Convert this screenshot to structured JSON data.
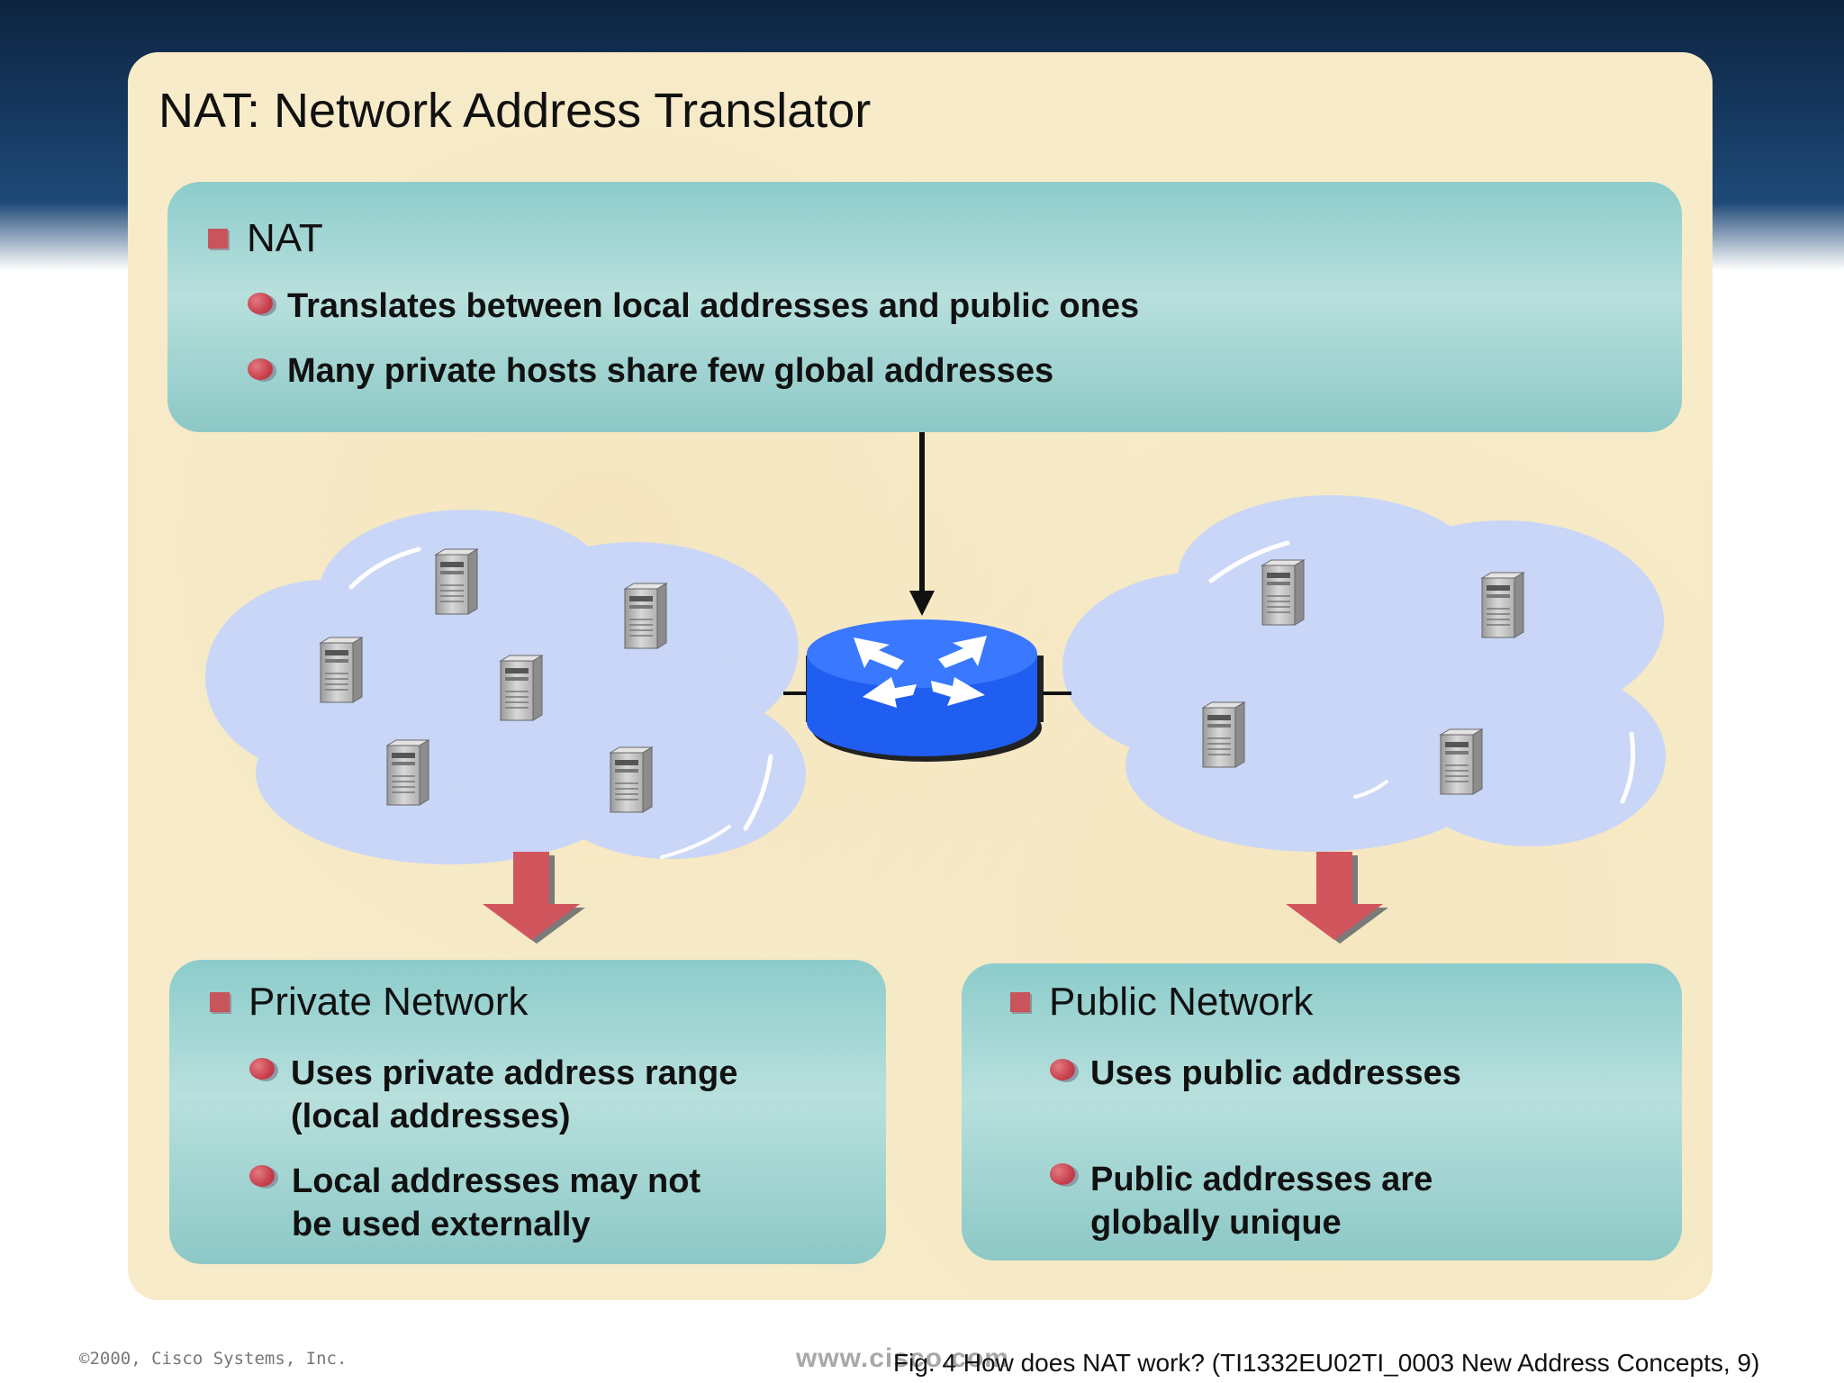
{
  "slide": {
    "title": "NAT: Network Address Translator"
  },
  "nat_box": {
    "heading": "NAT",
    "points": [
      "Translates between local addresses and public ones",
      "Many private hosts share few global addresses"
    ]
  },
  "private_box": {
    "heading": "Private Network",
    "points": [
      "Uses private address range\n(local addresses)",
      "Local addresses may not\nbe used externally"
    ]
  },
  "public_box": {
    "heading": "Public Network",
    "points": [
      "Uses public addresses",
      "Public addresses are\nglobally unique"
    ]
  },
  "footer": {
    "copyright": "©2000, Cisco Systems, Inc.",
    "url": "www.cisco.com",
    "caption": "Fig. 4 How does NAT work? (TI1332EU02TI_0003 New Address Concepts, 9)"
  },
  "colors": {
    "bullet_red": "#c8545c",
    "cloud_blue": "#c9d6f7",
    "router_blue": "#1f5ef0",
    "teal_box": "#a7d8d5",
    "panel_cream": "#f7ebc9"
  },
  "icons": {
    "router": "router-icon",
    "server": "server-icon",
    "cloud": "cloud-icon",
    "arrow": "down-arrow-icon"
  }
}
